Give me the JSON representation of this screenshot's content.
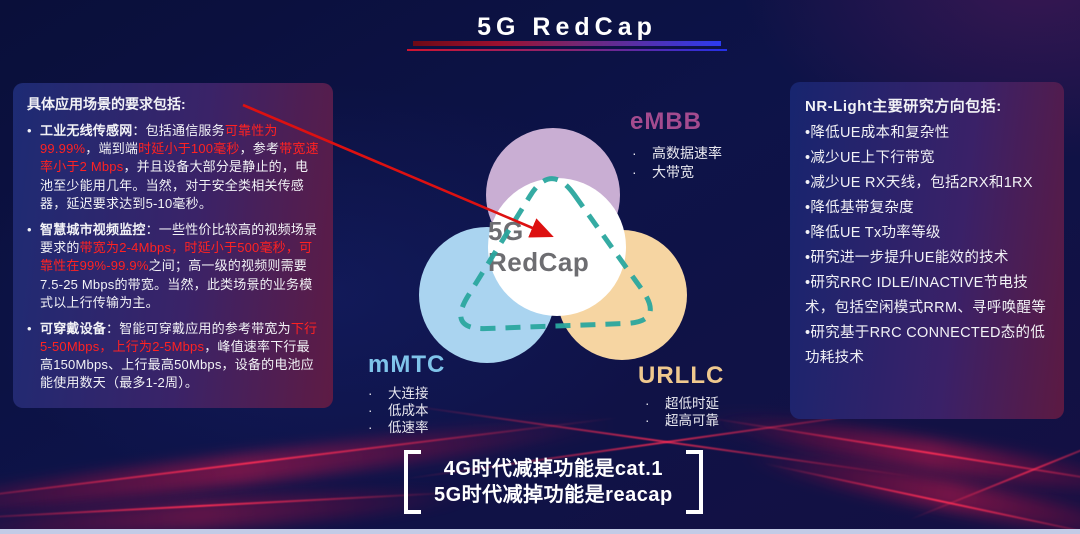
{
  "title": {
    "text": "5G RedCap"
  },
  "colors": {
    "red_highlight": "#ff2222",
    "teal_dashed": "#2aa69e",
    "arrow_red": "#dd1111",
    "embb_label": "#a44b8f",
    "mmtc_label": "#7fc4ea",
    "urllc_label": "#f0c98e",
    "circle_embb": "#c9aed3",
    "circle_mmtc": "#aad4f0",
    "circle_urllc": "#f6d5a2",
    "center_circle": "#ffffff",
    "center_text": "#6d6d71",
    "title_bar": "red-to-blue gradient"
  },
  "left_panel": {
    "marker": "•",
    "header": "具体应用场景的要求包括:",
    "bullets": [
      {
        "segments": [
          {
            "t": "工业无线传感网",
            "c": "b"
          },
          {
            "t": "：包括通信服务"
          },
          {
            "t": "可靠性为99.99%",
            "c": "r"
          },
          {
            "t": "，端到端"
          },
          {
            "t": "时延小于100毫秒",
            "c": "r"
          },
          {
            "t": "，参考"
          },
          {
            "t": "带宽速率小于2 Mbps",
            "c": "r"
          },
          {
            "t": "，并且设备大部分是静止的，电池至少能用几年。当然，对于安全类相关传感器，延迟要求达到5-10毫秒。"
          }
        ]
      },
      {
        "segments": [
          {
            "t": "智慧城市视频监控",
            "c": "b"
          },
          {
            "t": "：一些性价比较高的视频场景要求的"
          },
          {
            "t": "带宽为2-4Mbps，时延小于500毫秒，可靠性在99%-99.9%",
            "c": "r"
          },
          {
            "t": "之间；高一级的视频则需要7.5-25 Mbps的带宽。当然，此类场景的业务模式以上行传输为主。"
          }
        ]
      },
      {
        "segments": [
          {
            "t": "可穿戴设备",
            "c": "b"
          },
          {
            "t": "：智能可穿戴应用的参考带宽为"
          },
          {
            "t": "下行5-50Mbps，上行为2-5Mbps",
            "c": "r"
          },
          {
            "t": "，峰值速率下行最高150Mbps、上行最高50Mbps，设备的电池应能使用数天（最多1-2周）。"
          }
        ]
      }
    ]
  },
  "right_panel": {
    "header": "NR-Light主要研究方向包括:",
    "items": [
      "•降低UE成本和复杂性",
      "•减少UE上下行带宽",
      "•减少UE RX天线，包括2RX和1RX",
      "•降低基带复杂度",
      "•降低UE Tx功率等级",
      "•研究进一步提升UE能效的技术",
      "•研究RRC IDLE/INACTIVE节电技术，包括空闲模式RRM、寻呼唤醒等",
      "•研究基于RRC CONNECTED态的低功耗技术"
    ]
  },
  "venn": {
    "center_label": "5G RedCap",
    "item_marker": "·",
    "embb": {
      "label": "eMBB",
      "items": [
        "高数据速率",
        "大带宽"
      ]
    },
    "mmtc": {
      "label": "mMTC",
      "items": [
        "大连接",
        "低成本",
        "低速率"
      ]
    },
    "urllc": {
      "label": "URLLC",
      "items": [
        "超低时延",
        "超高可靠"
      ]
    }
  },
  "footer": {
    "line1": "4G时代减掉功能是cat.1",
    "line2": "5G时代减掉功能是reacap"
  }
}
